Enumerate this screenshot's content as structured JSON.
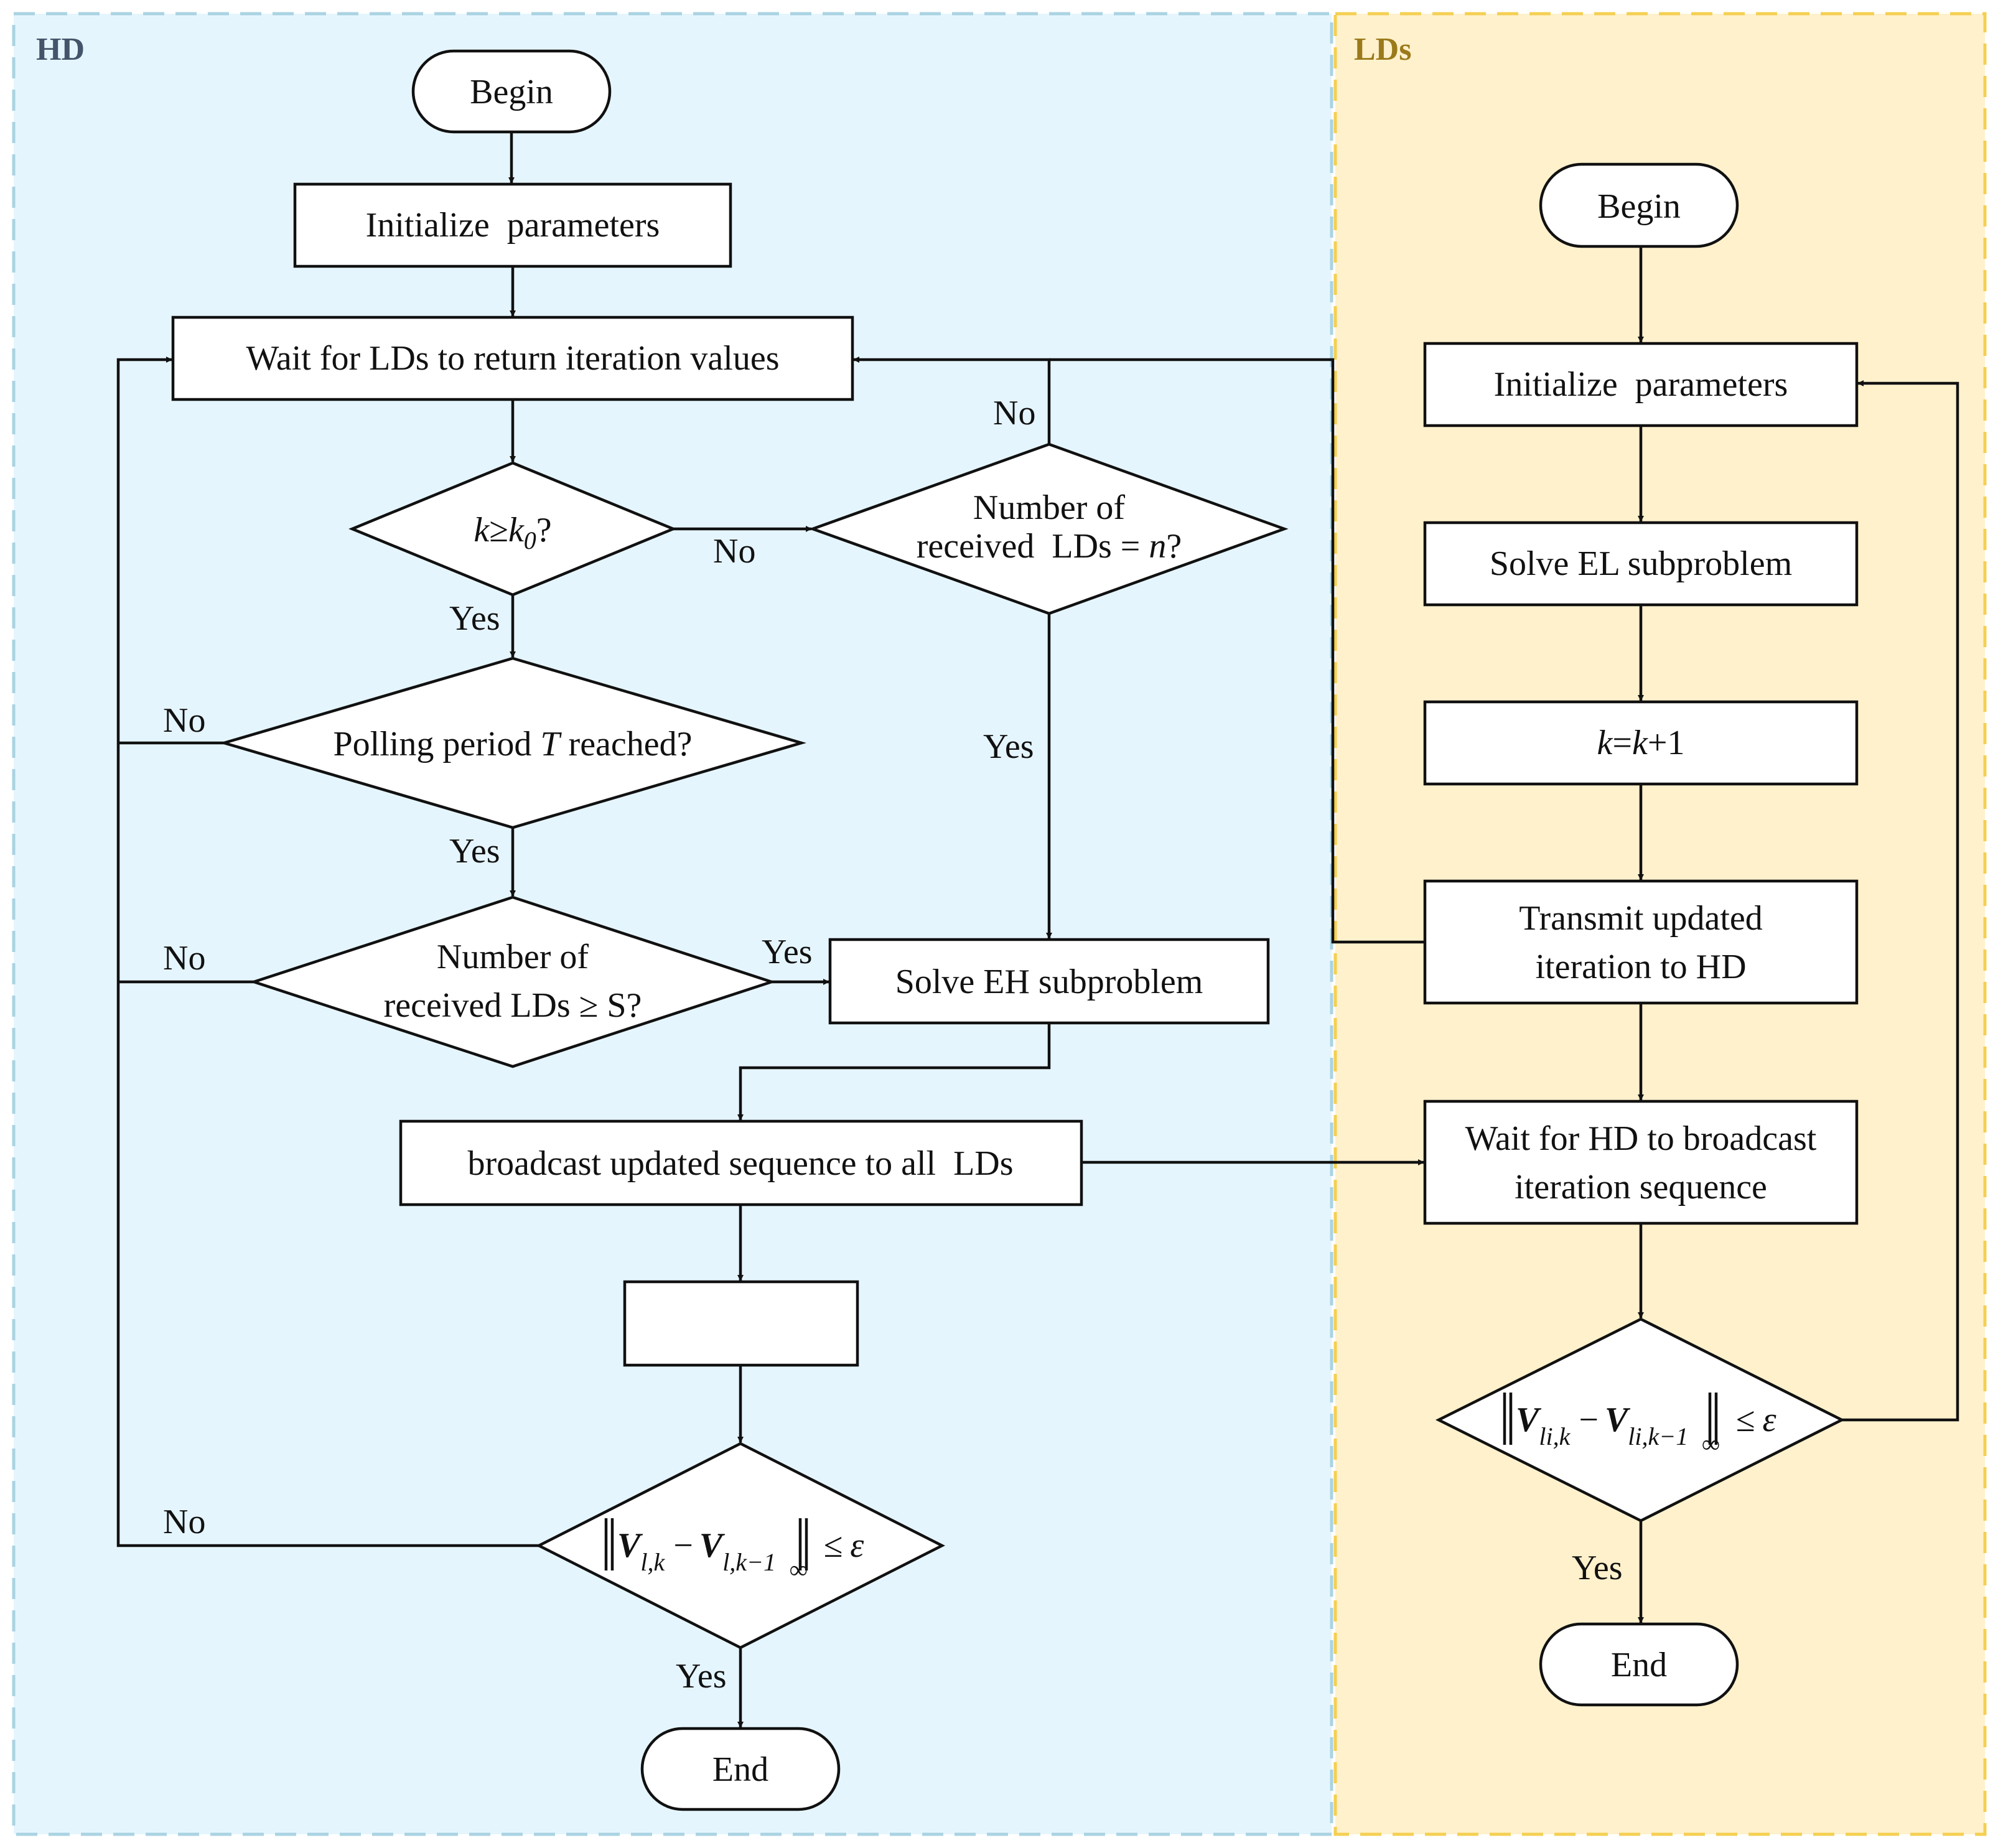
{
  "colors": {
    "hd_fill": "#e5f5fe",
    "hd_border": "#a9d3e2",
    "lds_fill": "#fff1cc",
    "lds_border": "#f4cf52",
    "hd_title": "#44546a",
    "lds_title": "#9a7a1a",
    "ink": "#111111"
  },
  "hd": {
    "title": "HD",
    "begin": "Begin",
    "init": "Initialize  parameters",
    "wait": "Wait for LDs to return iteration values",
    "cond_k": {
      "k": "k",
      "rel": "≥",
      "k0": "k",
      "sub0": "0",
      "q": "?"
    },
    "cond_number_n": {
      "line1": "Number of",
      "line2_a": "received  LDs = ",
      "n": "n",
      "q": "?"
    },
    "polling": {
      "a": "Polling period ",
      "T": "T",
      "b": " reached?"
    },
    "cond_number_s": {
      "line1": "Number of",
      "line2": "received LDs ≥ S?"
    },
    "solve_eh": "Solve EH subproblem",
    "broadcast": "broadcast updated sequence to all  LDs",
    "blank_box": "",
    "conv": {
      "V1": "V",
      "sub1": "l,k",
      "minus": " −",
      "V2": "V",
      "sub2": "l,k−1",
      "inf": "∞",
      "le": "≤",
      "eps": "ε"
    },
    "end": "End",
    "labels": {
      "no_k": "No",
      "yes_k": "Yes",
      "no_polling": "No",
      "yes_polling": "Yes",
      "no_s": "No",
      "yes_s": "Yes",
      "no_n": "No",
      "yes_n": "Yes",
      "no_conv": "No",
      "yes_conv": "Yes"
    }
  },
  "lds": {
    "title": "LDs",
    "begin": "Begin",
    "init": "Initialize  parameters",
    "solve_el": "Solve EL subproblem",
    "incr": {
      "k1": "k",
      "eq": "=",
      "k2": "k",
      "plus": "+1"
    },
    "transmit_line1": "Transmit updated",
    "transmit_line2": "iteration to HD",
    "wait_line1": "Wait for HD to broadcast",
    "wait_line2": "iteration sequence",
    "conv": {
      "V1": "V",
      "sub1": "li,k",
      "minus": " −",
      "V2": "V",
      "sub2": "li,k−1",
      "inf": "∞",
      "le": "≤",
      "eps": "ε"
    },
    "yes_conv": "Yes",
    "end": "End"
  }
}
